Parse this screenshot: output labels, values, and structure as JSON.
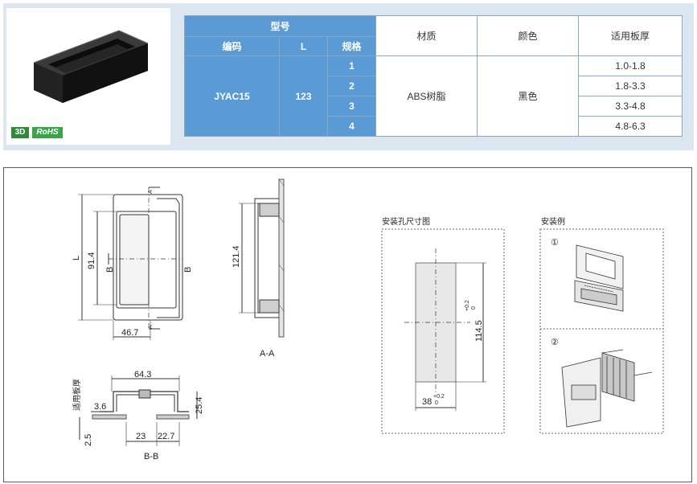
{
  "badges": {
    "three_d": "3D",
    "rohs": "RoHS"
  },
  "table": {
    "group_header": "型号",
    "col_code": "编码",
    "col_l": "L",
    "col_spec": "规格",
    "col_material": "材质",
    "col_color": "颜色",
    "col_thickness": "适用板厚",
    "code": "JYAC15",
    "l_value": "123",
    "material": "ABS树脂",
    "color": "黑色",
    "rows": [
      {
        "spec": "1",
        "thickness": "1.0-1.8"
      },
      {
        "spec": "2",
        "thickness": "1.8-3.3"
      },
      {
        "spec": "3",
        "thickness": "3.3-4.8"
      },
      {
        "spec": "4",
        "thickness": "4.8-6.3"
      }
    ]
  },
  "front_view": {
    "dim_l": "L",
    "dim_91_4": "91.4",
    "dim_46_7": "46.7",
    "section_b_left": "B",
    "section_b_right": "B",
    "arrow_a_top": "A",
    "arrow_a_bottom": "A"
  },
  "side_view": {
    "dim_121_4": "121.4",
    "caption": "A-A"
  },
  "section_bb": {
    "dim_64_3": "64.3",
    "dim_3_6": "3.6",
    "dim_25_4": "25.4",
    "dim_2_5": "2.5",
    "dim_23": "23",
    "dim_22_7": "22.7",
    "label_thickness": "适用板厚",
    "caption": "B-B"
  },
  "hole_panel": {
    "title": "安装孔尺寸图",
    "dim_width": "38",
    "dim_width_tol_upper": "+0.2",
    "dim_width_tol_lower": "0",
    "dim_height": "114.5",
    "dim_height_tol_upper": "+0.2",
    "dim_height_tol_lower": "0"
  },
  "install_panel": {
    "title": "安装例",
    "step1": "①",
    "step2": "②"
  }
}
